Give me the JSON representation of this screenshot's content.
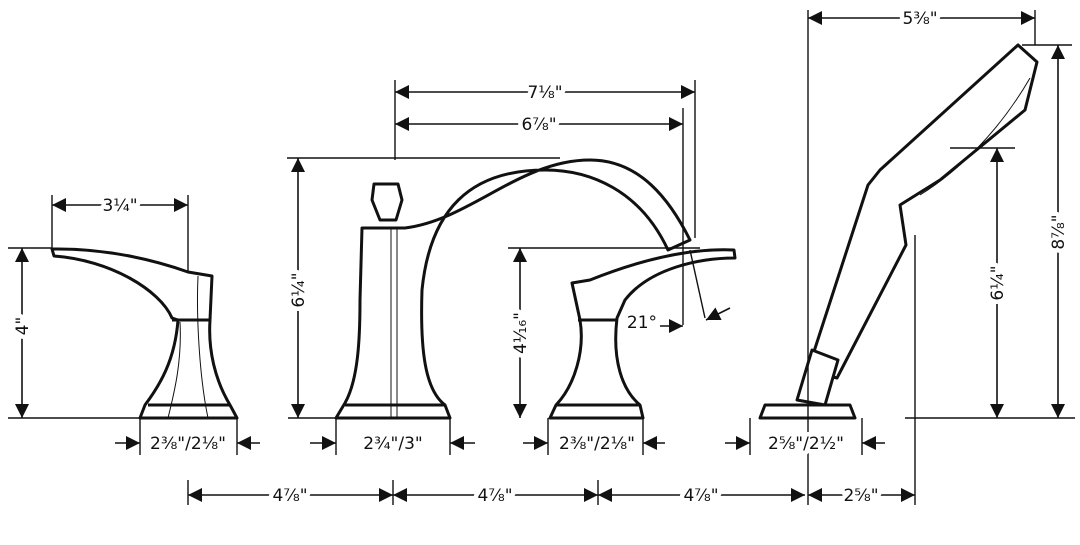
{
  "title": "Roman tub faucet set dimension drawing",
  "dimensions": {
    "left_handle_reach": "3¼\"",
    "left_handle_height": "4\"",
    "left_handle_base": "2⅜\"/2⅛\"",
    "spout_height": "6¼\"",
    "spout_base": "2¾\"/3\"",
    "spout_overall_reach": "7⅛\"",
    "spout_reach": "6⅞\"",
    "right_handle_height": "4¹⁄₁₆\"",
    "right_handle_base": "2⅜\"/2⅛\"",
    "spout_angle": "21°",
    "handshower_width": "5⅜\"",
    "handshower_height": "8⅞\"",
    "handshower_holder_height": "6¼\"",
    "handshower_base": "2⅝\"/2½\"",
    "spacing_1": "4⅞\"",
    "spacing_2": "4⅞\"",
    "spacing_3": "4⅞\"",
    "spacing_4": "2⅝\""
  }
}
